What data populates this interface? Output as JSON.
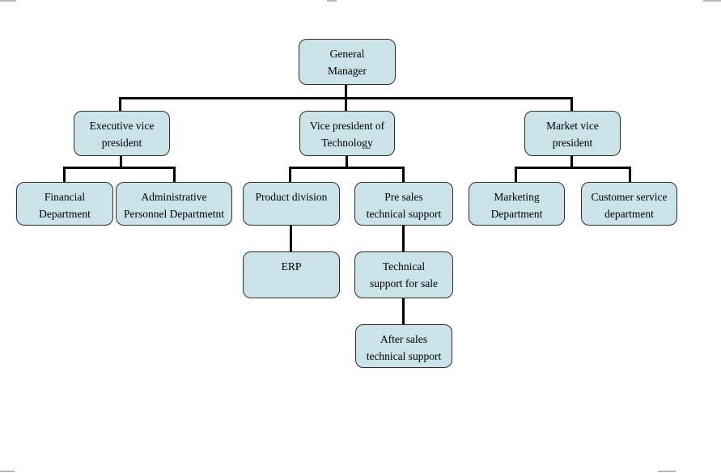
{
  "diagram": {
    "type": "org-chart",
    "colors": {
      "node_fill": "#c9e3e9",
      "node_border": "#2d2d2d",
      "connector": "#000000",
      "background": "#ffffff"
    },
    "nodes": [
      {
        "id": "general-manager",
        "lines": [
          "General",
          "Manager"
        ]
      },
      {
        "id": "executive-vice-president",
        "lines": [
          "Executive vice",
          "president"
        ]
      },
      {
        "id": "vp-technology",
        "lines": [
          "Vice president of",
          "Technology"
        ]
      },
      {
        "id": "market-vice-president",
        "lines": [
          "Market vice",
          "president"
        ]
      },
      {
        "id": "financial-department",
        "lines": [
          "Financial",
          "Department"
        ]
      },
      {
        "id": "admin-personnel-department",
        "lines": [
          "Administrative",
          "Personnel Departmetnt"
        ]
      },
      {
        "id": "product-division",
        "lines": [
          "Product division"
        ]
      },
      {
        "id": "pre-sales-technical-support",
        "lines": [
          "Pre sales",
          "technical support"
        ]
      },
      {
        "id": "marketing-department",
        "lines": [
          "Marketing",
          "Department"
        ]
      },
      {
        "id": "customer-service-department",
        "lines": [
          "Customer service",
          "department"
        ]
      },
      {
        "id": "erp",
        "lines": [
          "ERP"
        ]
      },
      {
        "id": "technical-support-for-sale",
        "lines": [
          "Technical",
          "support for sale"
        ]
      },
      {
        "id": "after-sales-technical-support",
        "lines": [
          "After sales",
          "technical support"
        ]
      }
    ],
    "edges": [
      [
        "general-manager",
        "executive-vice-president"
      ],
      [
        "general-manager",
        "vp-technology"
      ],
      [
        "general-manager",
        "market-vice-president"
      ],
      [
        "executive-vice-president",
        "financial-department"
      ],
      [
        "executive-vice-president",
        "admin-personnel-department"
      ],
      [
        "vp-technology",
        "product-division"
      ],
      [
        "vp-technology",
        "pre-sales-technical-support"
      ],
      [
        "market-vice-president",
        "marketing-department"
      ],
      [
        "market-vice-president",
        "customer-service-department"
      ],
      [
        "product-division",
        "erp"
      ],
      [
        "pre-sales-technical-support",
        "technical-support-for-sale"
      ],
      [
        "technical-support-for-sale",
        "after-sales-technical-support"
      ]
    ]
  }
}
